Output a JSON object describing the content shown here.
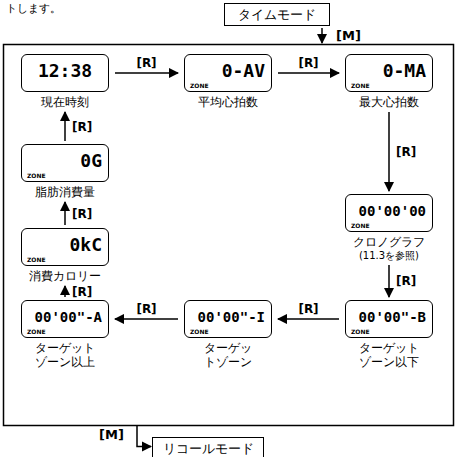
{
  "diagram": {
    "nodes": [
      {
        "text": [
          "タイムモード"
        ]
      },
      {
        "text": [
          "12:38",
          "現在時刻"
        ]
      },
      {
        "text": [
          "0-AV",
          "ZONE",
          "平均心拍数"
        ]
      },
      {
        "text": [
          "0-MA",
          "ZONE",
          "最大心拍数"
        ]
      },
      {
        "text": [
          "00'00'00",
          "ZONE",
          "クロノグラフ",
          "(11.3を参照)"
        ]
      },
      {
        "text": [
          "00'00\"-B",
          "ZONE",
          "ターゲット ゾーン以下"
        ]
      },
      {
        "text": [
          "00'00\"-I",
          "ZONE",
          "ターゲッ トゾーン"
        ]
      },
      {
        "text": [
          "00'00\"-A",
          "ZONE",
          "ターゲット ゾーン以上"
        ]
      },
      {
        "text": [
          "0kC",
          "ZONE",
          "消費カロリー"
        ]
      },
      {
        "text": [
          "0G",
          "ZONE",
          "脂肪消費量"
        ]
      },
      {
        "text": [
          "リコールモード"
        ]
      }
    ],
    "edges": [
      {
        "from": 1,
        "to": 2,
        "arrow": "to",
        "label": "[R]"
      },
      {
        "from": 2,
        "to": 3,
        "arrow": "to",
        "label": "[R]"
      },
      {
        "from": 3,
        "to": 4,
        "arrow": "to",
        "label": "[R]"
      },
      {
        "from": 4,
        "to": 5,
        "arrow": "to",
        "label": "[R]"
      },
      {
        "from": 5,
        "to": 6,
        "arrow": "to",
        "label": "[R]"
      },
      {
        "from": 6,
        "to": 7,
        "arrow": "to",
        "label": "[R]"
      },
      {
        "from": 7,
        "to": 8,
        "arrow": "to",
        "label": "[R]"
      },
      {
        "from": 8,
        "to": 9,
        "arrow": "to",
        "label": "[R]"
      },
      {
        "from": 9,
        "to": 1,
        "arrow": "to",
        "label": "[R]"
      }
    ],
    "labels": [
      "トします。",
      "[M]",
      "[M]"
    ]
  }
}
